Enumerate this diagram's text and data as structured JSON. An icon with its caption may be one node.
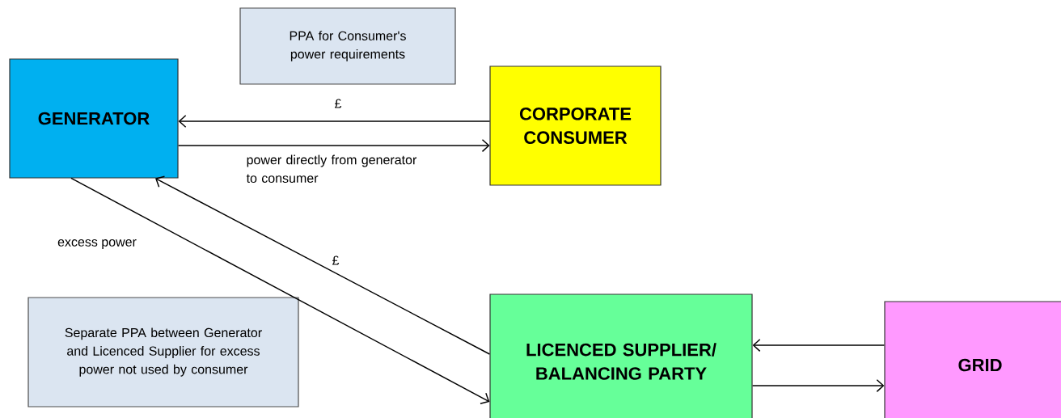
{
  "diagram": {
    "nodes": [
      {
        "text": [
          "PPA for Consumer's power requirements"
        ]
      },
      {
        "text": [
          "GENERATOR"
        ]
      },
      {
        "text": [
          "CORPORATE CONSUMER"
        ]
      },
      {
        "text": [
          "Separate PPA between Generator and Licenced Supplier for excess power not used by consumer"
        ]
      },
      {
        "text": [
          "LICENCED SUPPLIER/ BALANCING PARTY"
        ]
      },
      {
        "text": [
          "GRID"
        ]
      }
    ],
    "edges": [
      {
        "from": 2,
        "to": 1,
        "arrow": "to",
        "label": "£"
      },
      {
        "from": 1,
        "to": 2,
        "arrow": "to",
        "label": "power directly from generator to consumer"
      },
      {
        "from": 1,
        "to": 4,
        "arrow": "to",
        "label": "excess power"
      },
      {
        "from": 4,
        "to": 1,
        "arrow": "to",
        "label": "£"
      },
      {
        "from": 5,
        "to": 4,
        "arrow": "to"
      },
      {
        "from": 4,
        "to": 5,
        "arrow": "to"
      }
    ]
  }
}
